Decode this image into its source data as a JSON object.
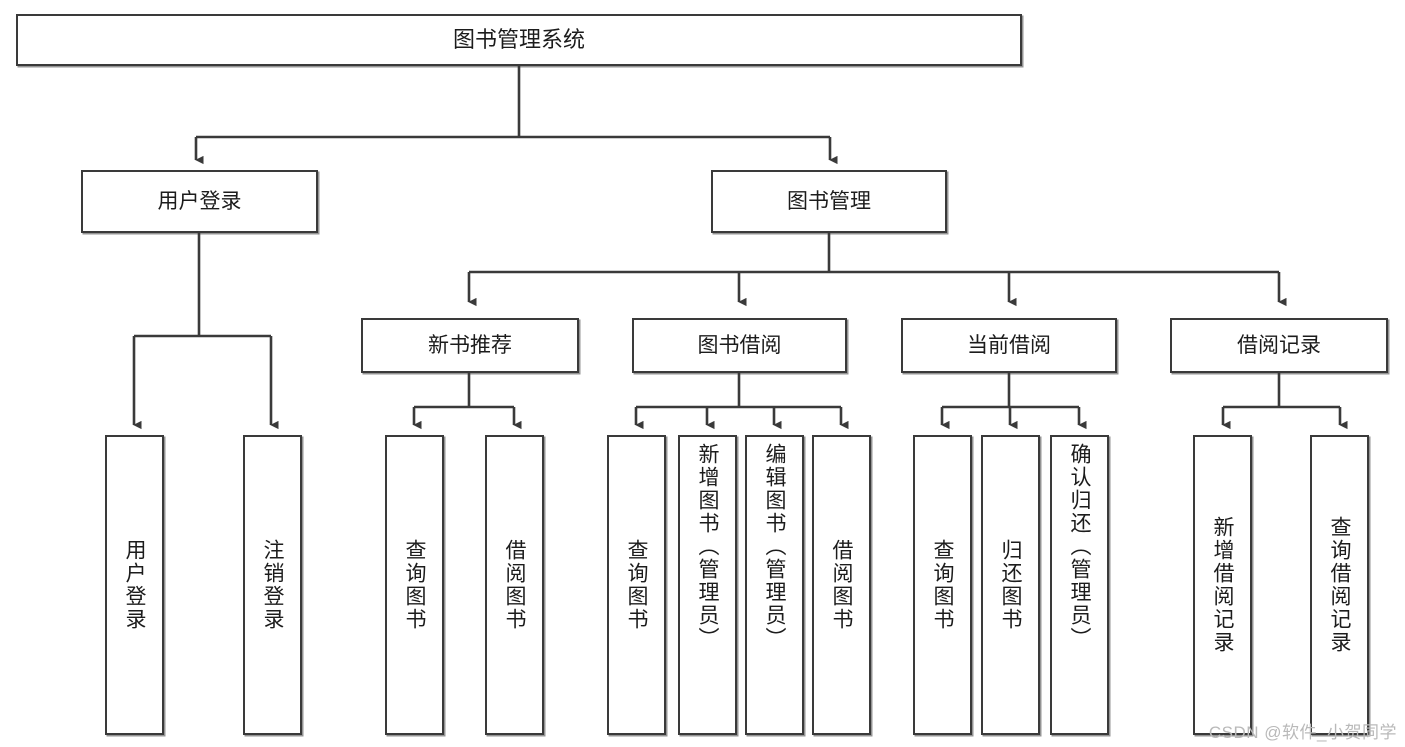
{
  "diagram": {
    "title": "图书管理系统",
    "type": "tree",
    "watermark": "CSDN @软件_小贺同学",
    "style": {
      "box_fill": "#ffffff",
      "box_stroke": "#3a3a3a",
      "connector_stroke": "#3a3a3a",
      "text_color": "#1c1c1c",
      "watermark_color": "#b9b9b9",
      "background": "#ffffff"
    },
    "nodes": {
      "root": {
        "id": "root",
        "label": "图书管理系统",
        "level": 1,
        "orientation": "horizontal"
      },
      "l2": [
        {
          "id": "user-login",
          "label": "用户登录",
          "level": 2,
          "orientation": "horizontal",
          "parent": "root"
        },
        {
          "id": "book-manage",
          "label": "图书管理",
          "level": 2,
          "orientation": "horizontal",
          "parent": "root"
        }
      ],
      "l3": [
        {
          "id": "new-book-recommend",
          "label": "新书推荐",
          "level": 3,
          "orientation": "horizontal",
          "parent": "book-manage"
        },
        {
          "id": "book-borrow",
          "label": "图书借阅",
          "level": 3,
          "orientation": "horizontal",
          "parent": "book-manage"
        },
        {
          "id": "current-borrow",
          "label": "当前借阅",
          "level": 3,
          "orientation": "horizontal",
          "parent": "book-manage"
        },
        {
          "id": "borrow-record",
          "label": "借阅记录",
          "level": 3,
          "orientation": "horizontal",
          "parent": "book-manage"
        }
      ],
      "leaves": [
        {
          "id": "leaf-user-login",
          "label": "用户登录",
          "orientation": "vertical",
          "parent": "user-login"
        },
        {
          "id": "leaf-logout-login",
          "label": "注销登录",
          "orientation": "vertical",
          "parent": "user-login"
        },
        {
          "id": "leaf-query-book-1",
          "label": "查询图书",
          "orientation": "vertical",
          "parent": "new-book-recommend"
        },
        {
          "id": "leaf-borrow-book-1",
          "label": "借阅图书",
          "orientation": "vertical",
          "parent": "new-book-recommend"
        },
        {
          "id": "leaf-query-book-2",
          "label": "查询图书",
          "orientation": "vertical",
          "parent": "book-borrow"
        },
        {
          "id": "leaf-add-book",
          "label": "新增图书（管理员）",
          "orientation": "vertical",
          "parent": "book-borrow"
        },
        {
          "id": "leaf-edit-book",
          "label": "编辑图书（管理员）",
          "orientation": "vertical",
          "parent": "book-borrow"
        },
        {
          "id": "leaf-borrow-book-2",
          "label": "借阅图书",
          "orientation": "vertical",
          "parent": "book-borrow"
        },
        {
          "id": "leaf-query-book-3",
          "label": "查询图书",
          "orientation": "vertical",
          "parent": "current-borrow"
        },
        {
          "id": "leaf-return-book",
          "label": "归还图书",
          "orientation": "vertical",
          "parent": "current-borrow"
        },
        {
          "id": "leaf-confirm-return",
          "label": "确认归还（管理员）",
          "orientation": "vertical",
          "parent": "current-borrow"
        },
        {
          "id": "leaf-add-record",
          "label": "新增借阅记录",
          "orientation": "vertical",
          "parent": "borrow-record"
        },
        {
          "id": "leaf-query-record",
          "label": "查询借阅记录",
          "orientation": "vertical",
          "parent": "borrow-record"
        }
      ]
    }
  }
}
